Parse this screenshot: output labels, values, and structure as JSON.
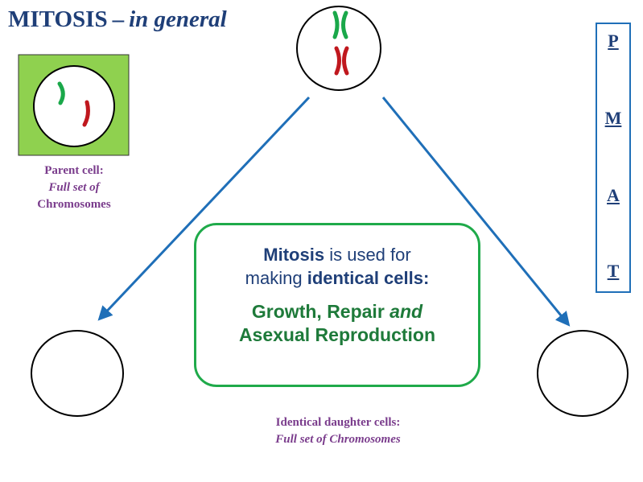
{
  "title": {
    "main": "MITOSIS",
    "dash": "–",
    "sub": "in general"
  },
  "parent_caption": {
    "line1": "Parent cell:",
    "line2": "Full set of",
    "line3": "Chromosomes"
  },
  "info_box": {
    "line1_strong": "Mitosis",
    "line1_rest": " is used for",
    "line2_pre": "making ",
    "line2_strong": "identical cells:",
    "line3_a": "Growth, Repair ",
    "line3_b": "and",
    "line4": "Asexual Reproduction"
  },
  "daughter_caption": {
    "line1": "Identical daughter cells:",
    "line2": "Full set of Chromosomes"
  },
  "pmat": [
    "P",
    "M",
    "A",
    "T"
  ],
  "colors": {
    "title": "#1f3f78",
    "caption": "#7a3c8c",
    "box_border": "#1faa4a",
    "arrow": "#1f6fb8",
    "cell_fill_green": "#8fd14f",
    "chromosome_green": "#1aa84a",
    "chromosome_red": "#c0181e"
  }
}
